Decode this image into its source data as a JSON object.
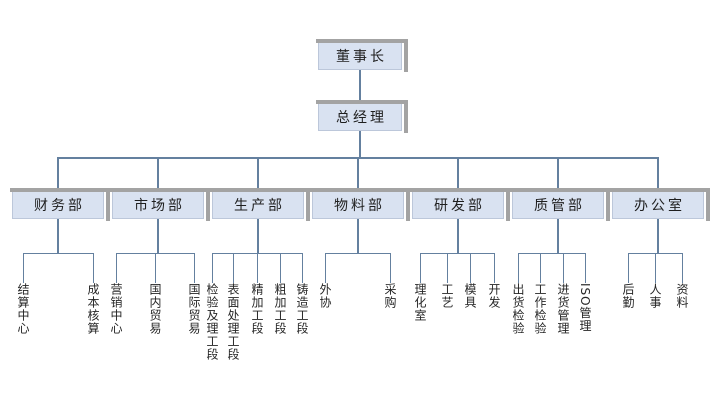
{
  "org": {
    "root": {
      "label": "董事长"
    },
    "executive": {
      "label": "总经理"
    },
    "departments": [
      {
        "name": "财务部",
        "children": [
          "结算中心",
          "成本核算"
        ]
      },
      {
        "name": "市场部",
        "children": [
          "营销中心",
          "国内贸易",
          "国际贸易"
        ]
      },
      {
        "name": "生产部",
        "children": [
          "检验及理工段",
          "表面处理工段",
          "精加工段",
          "粗加工段",
          "铸造工段"
        ]
      },
      {
        "name": "物料部",
        "children": [
          "外协",
          "采购"
        ]
      },
      {
        "name": "研发部",
        "children": [
          "理化室",
          "工艺",
          "模具",
          "开发"
        ]
      },
      {
        "name": "质管部",
        "children": [
          "出货检验",
          "工作检验",
          "进货管理",
          "ISO管理"
        ]
      },
      {
        "name": "办公室",
        "children": [
          "后勤",
          "人事",
          "资料"
        ]
      }
    ]
  },
  "colors": {
    "box_fill": "#d9e2f1",
    "box_shadow_gray": "#a3a3a3",
    "connector_line": "#64809f",
    "text": "#262626",
    "background": "#ffffff"
  }
}
